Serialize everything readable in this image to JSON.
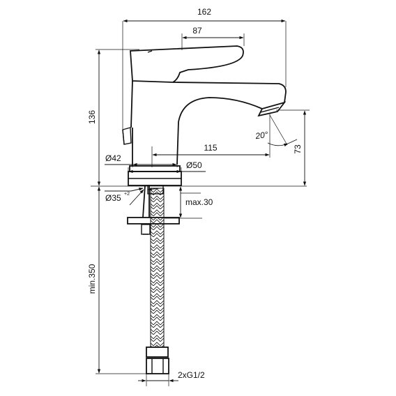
{
  "drawing": {
    "dimensions": {
      "overall_width": "162",
      "lever_length": "87",
      "height": "136",
      "spout_reach": "115",
      "spout_height": "73",
      "spout_angle": "20°",
      "base_diameter": "Ø50",
      "body_diameter": "Ø42",
      "hole_diameter": "Ø35",
      "hole_tolerance": "+2",
      "max_deck_thickness": "max.30",
      "hose_length": "min.350",
      "hose_connection": "2xG1/2"
    }
  }
}
